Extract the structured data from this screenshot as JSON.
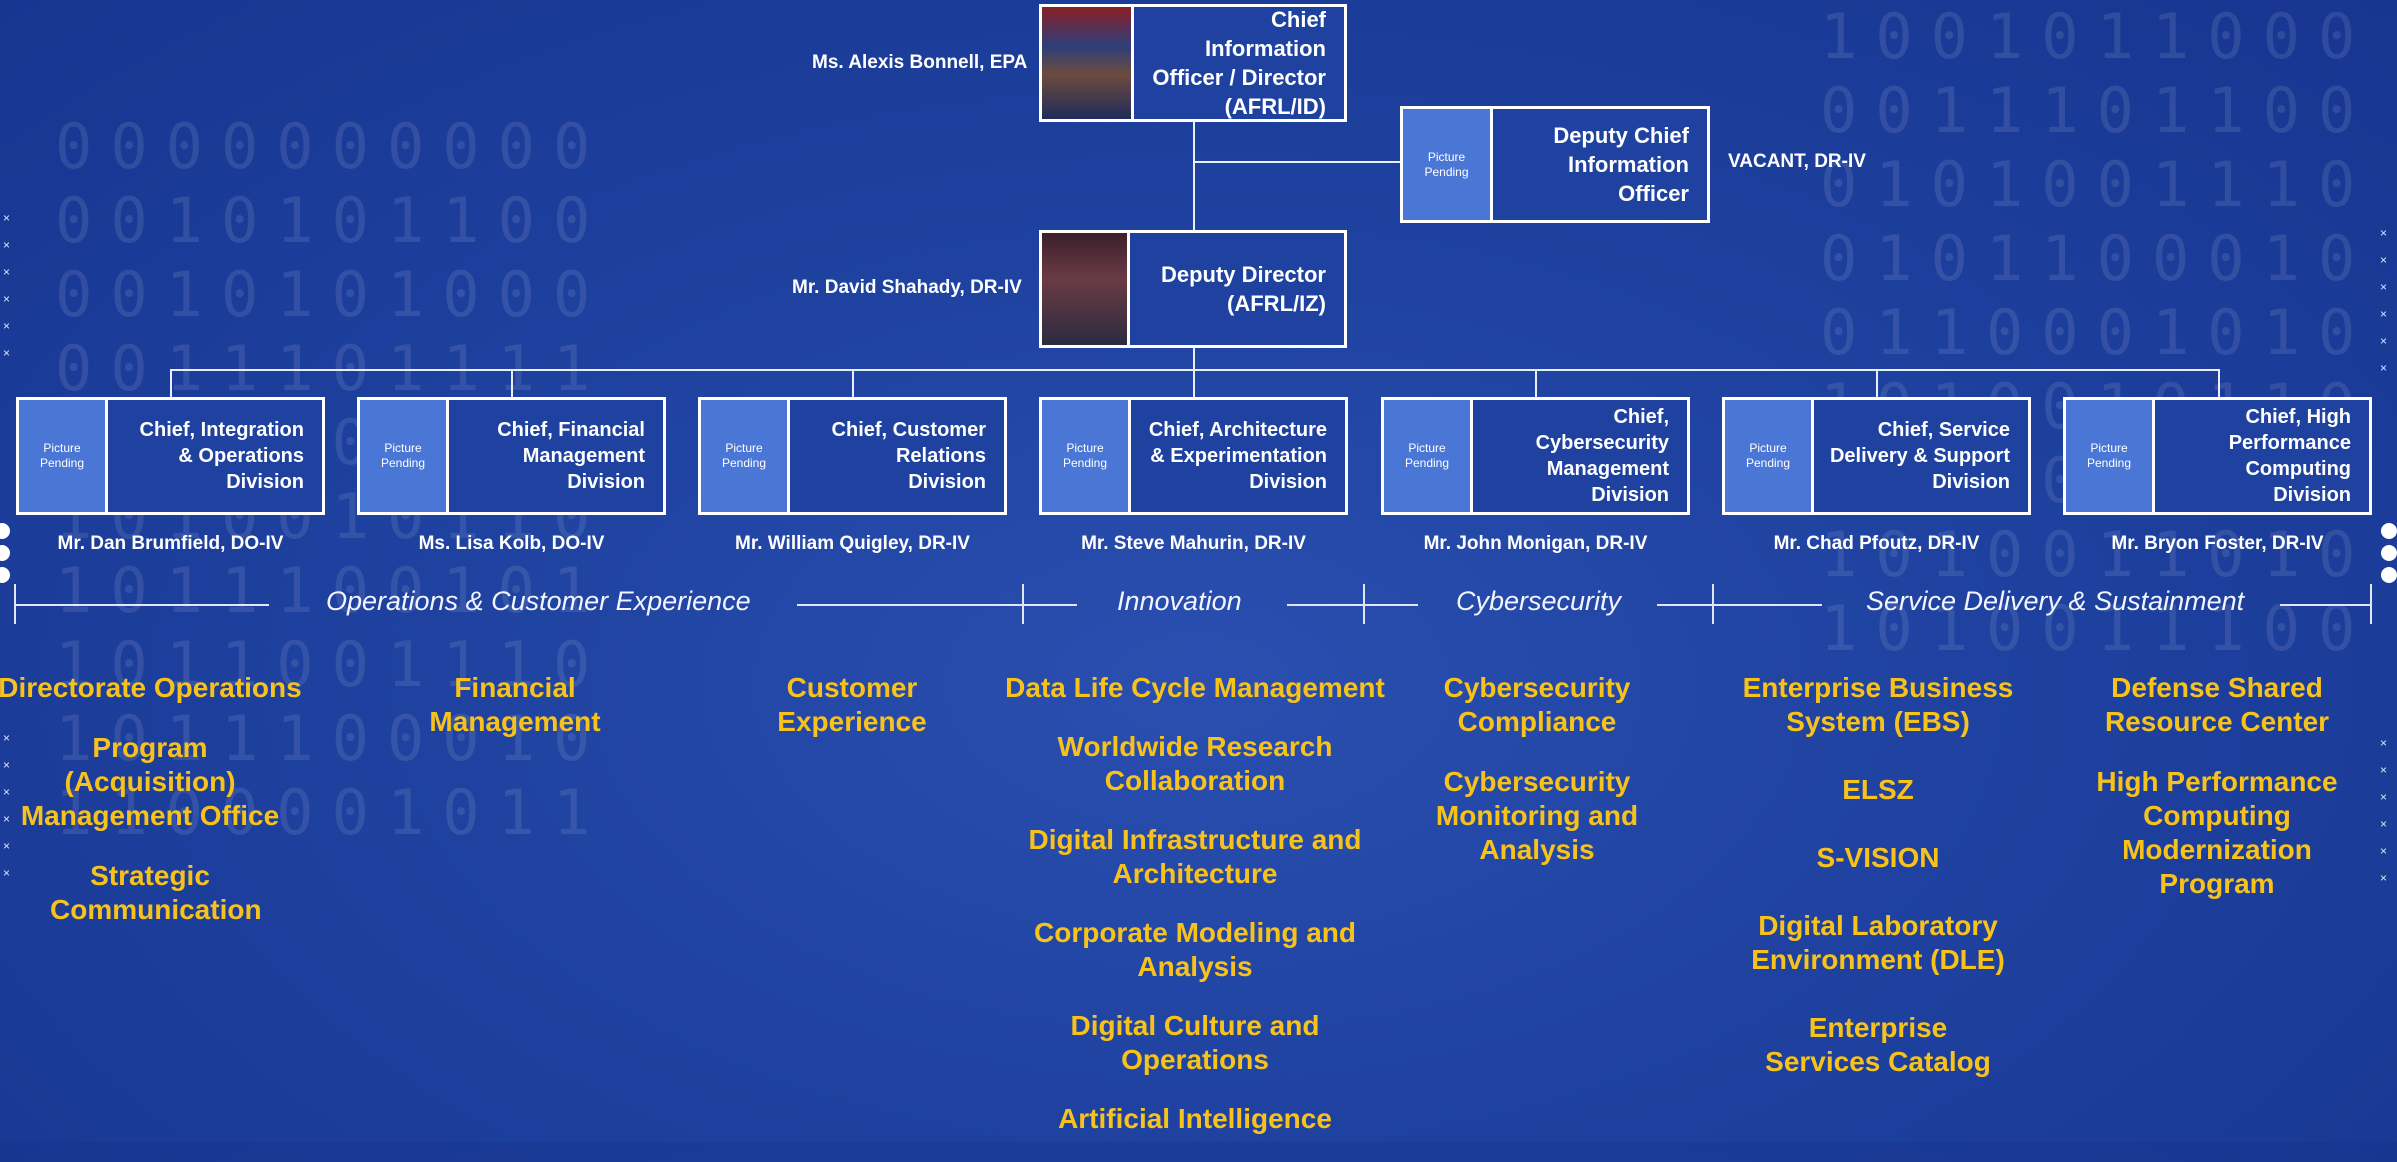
{
  "director": {
    "title_line1": "Chief Information",
    "title_line2": "Officer / Director",
    "title_line3": "(AFRL/ID)",
    "name": "Ms. Alexis Bonnell, EPA"
  },
  "deputy_cio": {
    "picture": "Picture Pending",
    "title_line1": "Deputy Chief",
    "title_line2": "Information",
    "title_line3": "Officer",
    "name": "VACANT, DR-IV"
  },
  "deputy_director": {
    "title_line1": "Deputy Director",
    "title_line2": "(AFRL/IZ)",
    "name": "Mr. David Shahady, DR-IV"
  },
  "divisions": [
    {
      "picture": "Picture Pending",
      "l1": "Chief, Integration",
      "l2": "& Operations",
      "l3": "Division",
      "name": "Mr. Dan Brumfield, DO-IV"
    },
    {
      "picture": "Picture Pending",
      "l1": "Chief, Financial",
      "l2": "Management",
      "l3": "Division",
      "name": "Ms. Lisa Kolb, DO-IV"
    },
    {
      "picture": "Picture Pending",
      "l1": "Chief, Customer",
      "l2": "Relations",
      "l3": "Division",
      "name": "Mr. William Quigley, DR-IV"
    },
    {
      "picture": "Picture Pending",
      "l1": "Chief, Architecture",
      "l2": "& Experimentation",
      "l3": "Division",
      "name": "Mr. Steve Mahurin, DR-IV"
    },
    {
      "picture": "Picture Pending",
      "l1": "Chief, Cybersecurity",
      "l2": "Management",
      "l3": "Division",
      "name": "Mr. John Monigan, DR-IV"
    },
    {
      "picture": "Picture Pending",
      "l1": "Chief, Service",
      "l2": "Delivery & Support",
      "l3": "Division",
      "name": "Mr. Chad Pfoutz, DR-IV"
    },
    {
      "picture": "Picture Pending",
      "l1": "Chief, High",
      "l2": "Performance",
      "l3": "Computing Division",
      "name": "Mr. Bryon Foster, DR-IV"
    }
  ],
  "sections": {
    "ops": "Operations & Customer Experience",
    "innovation": "Innovation",
    "cyber": "Cybersecurity",
    "service": "Service Delivery & Sustainment"
  },
  "functions": {
    "col1": [
      "Directorate Operations",
      "Program (Acquisition) Management Office",
      "Strategic Communication"
    ],
    "col2": [
      "Financial Management"
    ],
    "col3": [
      "Customer Experience"
    ],
    "col4": [
      "Data Life Cycle Management",
      "Worldwide Research Collaboration",
      "Digital Infrastructure and Architecture",
      "Corporate Modeling and Analysis",
      "Digital Culture and Operations",
      "Artificial Intelligence"
    ],
    "col5": [
      "Cybersecurity Compliance",
      "Cybersecurity Monitoring and Analysis"
    ],
    "col6": [
      "Enterprise Business System (EBS)",
      "ELSZ",
      "S-VISION",
      "Digital Laboratory Environment (DLE)",
      "Enterprise Services Catalog"
    ],
    "col7": [
      "Defense Shared Resource Center",
      "High Performance Computing Modernization Program"
    ]
  },
  "colors": {
    "background": "#1f42a0",
    "accent": "#f7c21b",
    "placeholder": "#4a76d6"
  }
}
